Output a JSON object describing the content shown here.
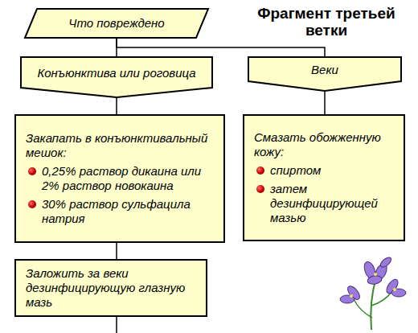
{
  "diagram": {
    "title": "Фрагмент третьей ветки",
    "nodes": [
      {
        "text": [
          "Что повреждено"
        ]
      },
      {
        "text": [
          "Конъюнктива или роговица"
        ]
      },
      {
        "text": [
          "Веки"
        ]
      },
      {
        "text": [
          "Закапать в конъюнктивальный мешок:",
          "0,25% раствор дикаина или 2% раствор новокаина",
          "30% раствор сульфацила натрия"
        ]
      },
      {
        "text": [
          "Смазать обожженную кожу:",
          "спиртом",
          "затем дезинфицирующей мазью"
        ]
      },
      {
        "text": [
          "Заложить за веки дезинфицирующую глазную мазь"
        ]
      }
    ],
    "edges": [
      {
        "from": 0,
        "to": 1,
        "arrow": "none"
      },
      {
        "from": 0,
        "to": 2,
        "arrow": "none"
      },
      {
        "from": 1,
        "to": 3,
        "arrow": "none"
      },
      {
        "from": 2,
        "to": 4,
        "arrow": "none"
      },
      {
        "from": 3,
        "to": 5,
        "arrow": "none"
      }
    ]
  }
}
